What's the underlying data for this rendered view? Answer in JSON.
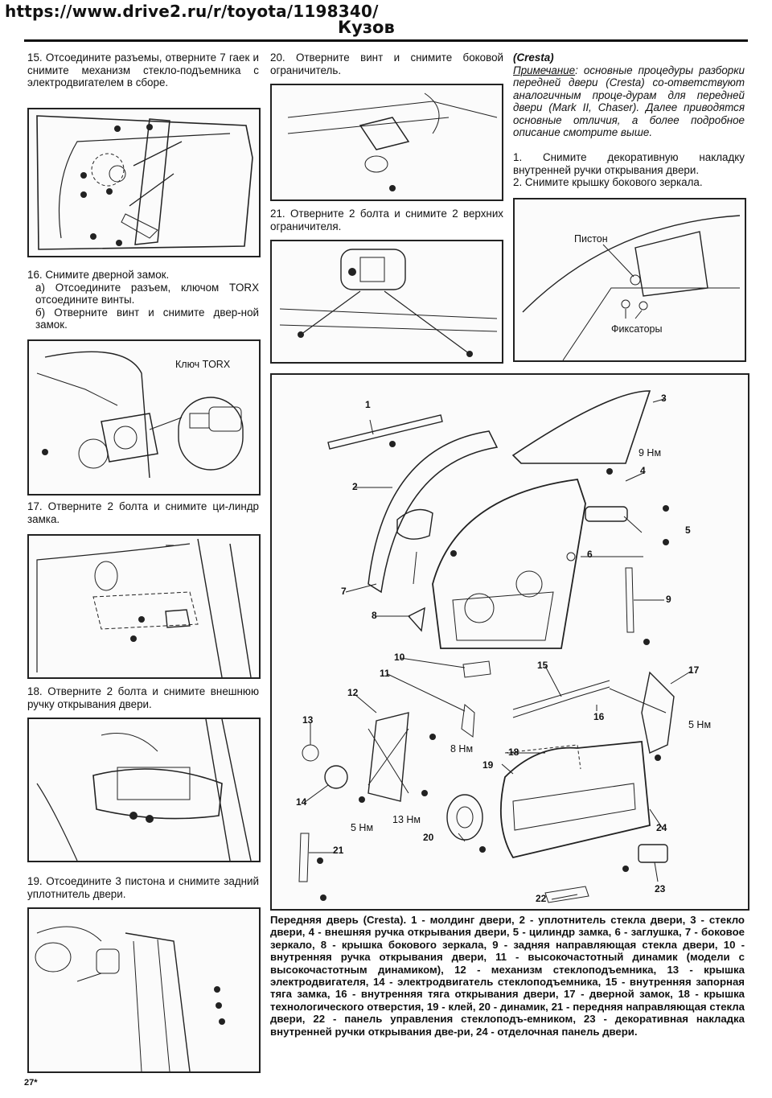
{
  "header": {
    "url": "https://www.drive2.ru/r/toyota/1198340/",
    "section_title": "Кузов"
  },
  "steps": {
    "s15": "15. Отсоедините разъемы, отверните 7 гаек и снимите механизм стекло-подъемника с электродвигателем в сборе.",
    "s16_title": "16. Снимите дверной замок.",
    "s16_a": "а) Отсоедините разъем, ключом TORX отсоедините винты.",
    "s16_b": "б) Отверните винт и снимите двер-ной замок.",
    "s17": "17. Отверните 2 болта и снимите ци-линдр замка.",
    "s18": "18. Отверните 2 болта и снимите внешнюю ручку открывания двери.",
    "s19": "19. Отсоедините 3 пистона и снимите задний уплотнитель двери.",
    "s20": "20. Отверните винт и снимите боковой ограничитель.",
    "s21": "21. Отверните 2 болта и снимите 2 верхних ограничителя."
  },
  "cresta": {
    "title": "(Cresta)",
    "note_label": "Примечание",
    "note_text": ": основные процедуры разборки передней двери (Cresta) со-ответствуют аналогичным проце-дурам для передней двери (Mark II, Chaser). Далее приводятся основные отличия, а более подробное описание смотрите выше.",
    "item1": "1. Снимите декоративную накладку внутренней ручки открывания двери.",
    "item2": "2. Снимите крышку бокового зеркала."
  },
  "figure_labels": {
    "torx_key": "Ключ TORX",
    "piston": "Пистон",
    "clips": "Фиксаторы"
  },
  "exploded": {
    "numbers": [
      "1",
      "2",
      "3",
      "4",
      "5",
      "6",
      "7",
      "8",
      "9",
      "10",
      "11",
      "12",
      "13",
      "14",
      "15",
      "16",
      "17",
      "18",
      "19",
      "20",
      "21",
      "22",
      "23",
      "24"
    ],
    "torques": {
      "t9": "9 Нм",
      "t8": "8 Нм",
      "t5a": "5 Нм",
      "t13": "13 Нм",
      "t5b": "5 Нм"
    }
  },
  "caption": "Передняя дверь (Cresta). 1 - молдинг двери, 2 - уплотнитель стекла двери, 3 - стекло двери, 4 - внешняя ручка открывания двери, 5 - цилиндр замка, 6 - заглушка, 7 - боковое зеркало, 8 - крышка бокового зеркала, 9 - задняя направляющая стекла двери, 10 - внутренняя ручка открывания двери, 11 - высокочастотный динамик (модели с высокочастотным динамиком), 12 - механизм стеклоподъемника, 13 - крышка электродвигателя, 14 - электродвигатель стеклоподъемника, 15 - внутренняя запорная тяга замка, 16 - внутренняя тяга открывания двери, 17 - дверной замок, 18 - крышка технологического отверстия, 19 - клей, 20 - динамик, 21 - передняя направляющая стекла двери, 22 - панель управления стеклоподъ-емником, 23 - декоративная накладка внутренней ручки открывания две-ри, 24 - отделочная панель двери.",
  "page_number": "27*"
}
